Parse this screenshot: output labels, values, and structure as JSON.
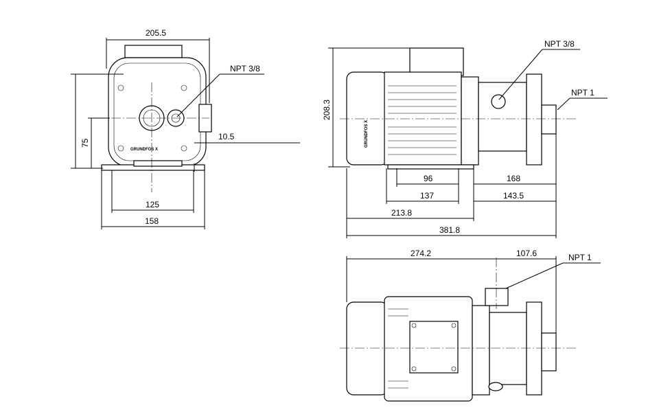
{
  "front_view": {
    "width_top": "205.5",
    "npt_small": "NPT 3/8",
    "height_axis": "75",
    "foot_thickness": "10.5",
    "foot_hole_spacing": "125",
    "foot_width": "158",
    "logo": "GRUNDFOS X"
  },
  "side_view": {
    "total_height": "208.3",
    "npt_small": "NPT 3/8",
    "npt_outlet": "NPT 1",
    "dim_96": "96",
    "dim_168": "168",
    "dim_137": "137",
    "dim_143_5": "143.5",
    "dim_213_8": "213.8",
    "total_length": "381.8",
    "logo": "GRUNDFOS X"
  },
  "top_view": {
    "dim_274_2": "274.2",
    "dim_107_6": "107.6",
    "npt_inlet": "NPT 1"
  }
}
